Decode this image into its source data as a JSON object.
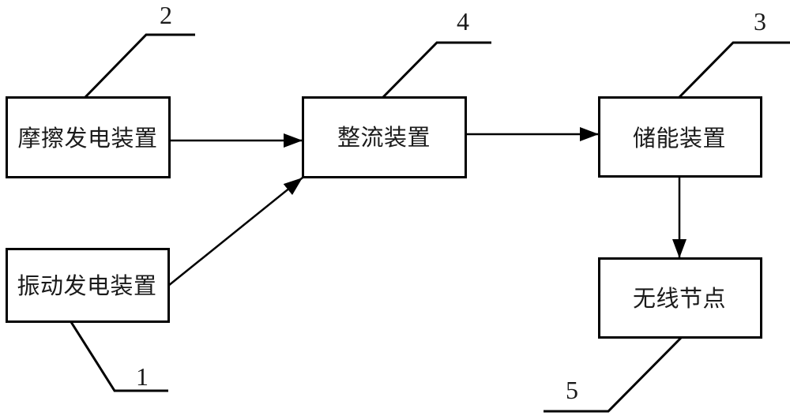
{
  "figure": {
    "type": "patent-block-diagram",
    "background_color": "#ffffff",
    "line_color": "#000000",
    "text_color": "#1a1a1a",
    "boxes": [
      {
        "key": "triboelectric-generator",
        "label": "摩擦发电装置",
        "ref": "2"
      },
      {
        "key": "rectifier",
        "label": "整流装置",
        "ref": "4"
      },
      {
        "key": "energy-storage",
        "label": "储能装置",
        "ref": "3"
      },
      {
        "key": "vibration-generator",
        "label": "振动发电装置",
        "ref": "1"
      },
      {
        "key": "wireless-node",
        "label": "无线节点",
        "ref": "5"
      }
    ],
    "connections": [
      {
        "from": "triboelectric-generator",
        "to": "rectifier",
        "style": "arrow"
      },
      {
        "from": "vibration-generator",
        "to": "rectifier",
        "style": "arrow"
      },
      {
        "from": "rectifier",
        "to": "energy-storage",
        "style": "arrow"
      },
      {
        "from": "energy-storage",
        "to": "wireless-node",
        "style": "arrow"
      }
    ]
  }
}
